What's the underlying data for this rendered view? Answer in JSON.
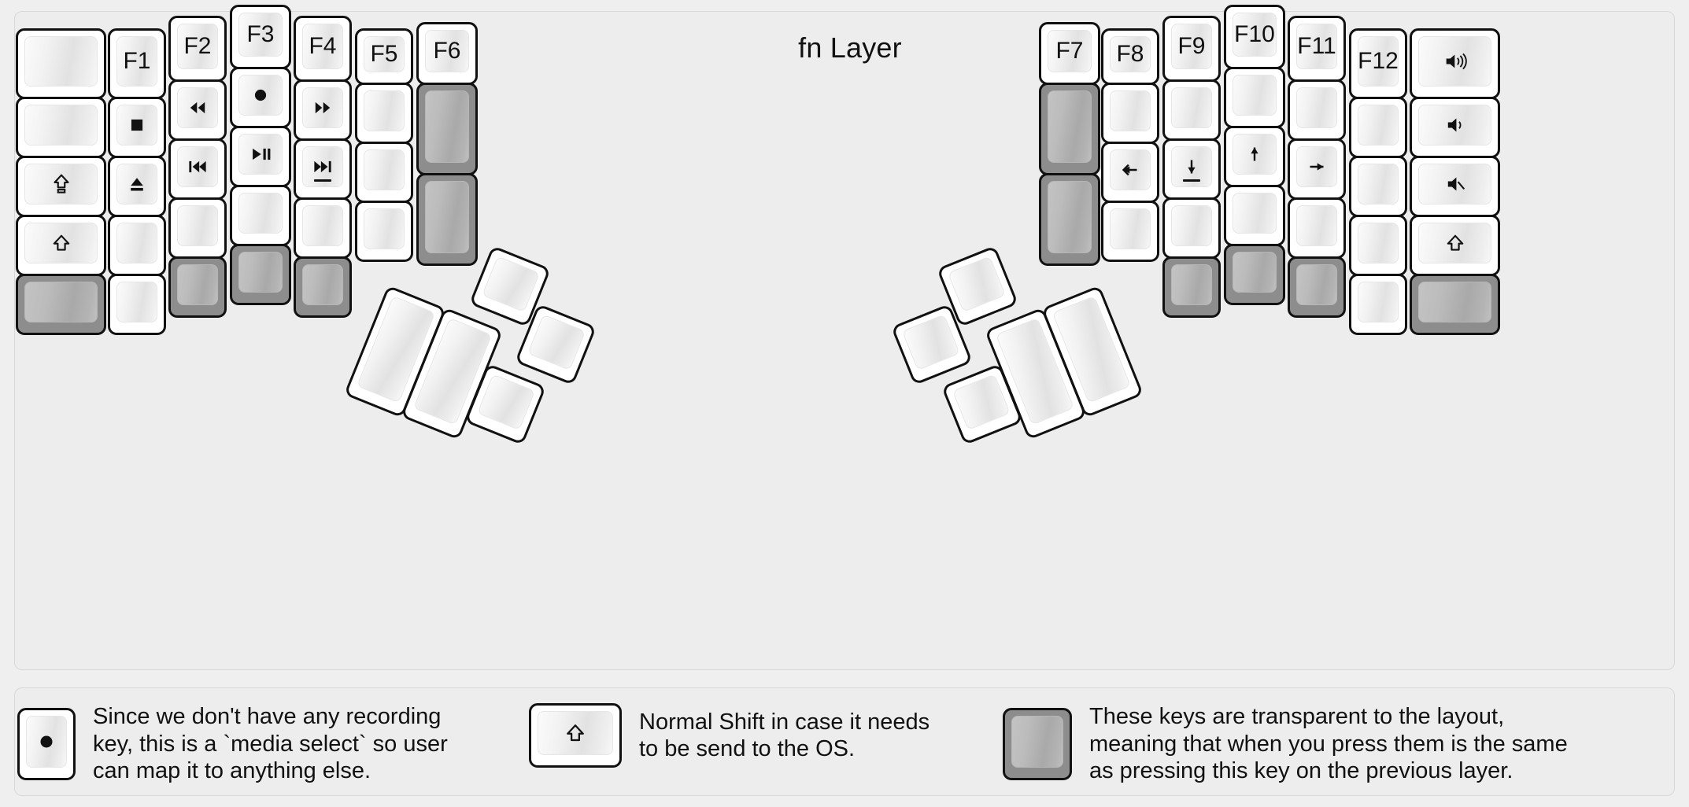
{
  "title": "fn Layer",
  "colors": {
    "background": "#efefef",
    "key_face": "#ffffff",
    "key_border": "#111111",
    "transparent_key": "#8d8d8d",
    "text": "#111111"
  },
  "keyboard": {
    "left_half": {
      "columns": [
        {
          "name": "pinky-outer",
          "keys": [
            {
              "label": "",
              "icon": "blank",
              "state": "normal"
            },
            {
              "label": "",
              "icon": "blank",
              "state": "normal"
            },
            {
              "label": "",
              "icon": "caps-lock-icon",
              "state": "normal"
            },
            {
              "label": "",
              "icon": "shift-icon",
              "state": "normal"
            },
            {
              "label": "",
              "icon": "blank",
              "state": "transparent"
            }
          ]
        },
        {
          "name": "pinky",
          "keys": [
            {
              "label": "F1",
              "icon": "none",
              "state": "normal"
            },
            {
              "label": "",
              "icon": "media-stop-icon",
              "state": "normal"
            },
            {
              "label": "",
              "icon": "media-eject-icon",
              "state": "normal"
            },
            {
              "label": "",
              "icon": "blank",
              "state": "normal"
            },
            {
              "label": "",
              "icon": "blank",
              "state": "normal"
            }
          ]
        },
        {
          "name": "ring",
          "keys": [
            {
              "label": "F2",
              "icon": "none",
              "state": "normal"
            },
            {
              "label": "",
              "icon": "media-rewind-icon",
              "state": "normal"
            },
            {
              "label": "",
              "icon": "media-previous-icon",
              "state": "normal"
            },
            {
              "label": "",
              "icon": "blank",
              "state": "normal"
            },
            {
              "label": "",
              "icon": "blank",
              "state": "transparent"
            }
          ]
        },
        {
          "name": "middle",
          "keys": [
            {
              "label": "F3",
              "icon": "none",
              "state": "normal"
            },
            {
              "label": "",
              "icon": "media-record-icon",
              "state": "normal"
            },
            {
              "label": "",
              "icon": "media-play-pause-icon",
              "state": "normal"
            },
            {
              "label": "",
              "icon": "blank",
              "state": "normal"
            },
            {
              "label": "",
              "icon": "blank",
              "state": "transparent"
            }
          ]
        },
        {
          "name": "index",
          "keys": [
            {
              "label": "F4",
              "icon": "none",
              "state": "normal"
            },
            {
              "label": "",
              "icon": "media-fast-forward-icon",
              "state": "normal"
            },
            {
              "label": "",
              "icon": "media-next-icon",
              "state": "normal"
            },
            {
              "label": "",
              "icon": "blank",
              "state": "normal"
            },
            {
              "label": "",
              "icon": "blank",
              "state": "transparent"
            }
          ]
        },
        {
          "name": "inner-1",
          "keys": [
            {
              "label": "F5",
              "icon": "none",
              "state": "normal"
            },
            {
              "label": "",
              "icon": "blank",
              "state": "normal"
            },
            {
              "label": "",
              "icon": "blank",
              "state": "normal"
            },
            {
              "label": "",
              "icon": "blank",
              "state": "normal"
            }
          ]
        },
        {
          "name": "inner-2",
          "keys": [
            {
              "label": "F6",
              "icon": "none",
              "state": "normal"
            },
            {
              "label": "",
              "icon": "blank",
              "state": "transparent"
            },
            {
              "label": "",
              "icon": "blank",
              "state": "transparent"
            }
          ]
        }
      ],
      "thumb_cluster": [
        {
          "label": "",
          "icon": "blank",
          "state": "normal"
        },
        {
          "label": "",
          "icon": "blank",
          "state": "normal"
        },
        {
          "label": "",
          "icon": "blank",
          "state": "normal"
        },
        {
          "label": "",
          "icon": "blank",
          "state": "normal"
        },
        {
          "label": "",
          "icon": "blank",
          "state": "normal"
        }
      ]
    },
    "right_half": {
      "columns": [
        {
          "name": "inner-2",
          "keys": [
            {
              "label": "F7",
              "icon": "none",
              "state": "normal"
            },
            {
              "label": "",
              "icon": "blank",
              "state": "transparent"
            },
            {
              "label": "",
              "icon": "blank",
              "state": "transparent"
            }
          ]
        },
        {
          "name": "inner-1",
          "keys": [
            {
              "label": "F8",
              "icon": "none",
              "state": "normal"
            },
            {
              "label": "",
              "icon": "blank",
              "state": "normal"
            },
            {
              "label": "",
              "icon": "arrow-left-icon",
              "state": "normal"
            },
            {
              "label": "",
              "icon": "blank",
              "state": "normal"
            }
          ]
        },
        {
          "name": "index",
          "keys": [
            {
              "label": "F9",
              "icon": "none",
              "state": "normal"
            },
            {
              "label": "",
              "icon": "blank",
              "state": "normal"
            },
            {
              "label": "",
              "icon": "arrow-down-icon",
              "state": "normal"
            },
            {
              "label": "",
              "icon": "blank",
              "state": "normal"
            },
            {
              "label": "",
              "icon": "blank",
              "state": "transparent"
            }
          ]
        },
        {
          "name": "middle",
          "keys": [
            {
              "label": "F10",
              "icon": "none",
              "state": "normal"
            },
            {
              "label": "",
              "icon": "blank",
              "state": "normal"
            },
            {
              "label": "",
              "icon": "arrow-up-icon",
              "state": "normal"
            },
            {
              "label": "",
              "icon": "blank",
              "state": "normal"
            },
            {
              "label": "",
              "icon": "blank",
              "state": "transparent"
            }
          ]
        },
        {
          "name": "ring",
          "keys": [
            {
              "label": "F11",
              "icon": "none",
              "state": "normal"
            },
            {
              "label": "",
              "icon": "blank",
              "state": "normal"
            },
            {
              "label": "",
              "icon": "arrow-right-icon",
              "state": "normal"
            },
            {
              "label": "",
              "icon": "blank",
              "state": "normal"
            },
            {
              "label": "",
              "icon": "blank",
              "state": "transparent"
            }
          ]
        },
        {
          "name": "pinky",
          "keys": [
            {
              "label": "F12",
              "icon": "none",
              "state": "normal"
            },
            {
              "label": "",
              "icon": "blank",
              "state": "normal"
            },
            {
              "label": "",
              "icon": "blank",
              "state": "normal"
            },
            {
              "label": "",
              "icon": "blank",
              "state": "normal"
            },
            {
              "label": "",
              "icon": "blank",
              "state": "normal"
            }
          ]
        },
        {
          "name": "pinky-outer",
          "keys": [
            {
              "label": "",
              "icon": "volume-up-icon",
              "state": "normal"
            },
            {
              "label": "",
              "icon": "volume-down-icon",
              "state": "normal"
            },
            {
              "label": "",
              "icon": "volume-mute-icon",
              "state": "normal"
            },
            {
              "label": "",
              "icon": "shift-icon",
              "state": "normal"
            },
            {
              "label": "",
              "icon": "blank",
              "state": "transparent"
            }
          ]
        }
      ],
      "thumb_cluster": [
        {
          "label": "",
          "icon": "blank",
          "state": "normal"
        },
        {
          "label": "",
          "icon": "blank",
          "state": "normal"
        },
        {
          "label": "",
          "icon": "blank",
          "state": "normal"
        },
        {
          "label": "",
          "icon": "blank",
          "state": "normal"
        },
        {
          "label": "",
          "icon": "blank",
          "state": "normal"
        }
      ]
    }
  },
  "legend": [
    {
      "icon": "media-record-icon",
      "state": "normal",
      "text": "Since we don't have any recording\nkey, this is a `media select` so user\ncan map it to anything else."
    },
    {
      "icon": "shift-icon",
      "state": "normal",
      "text": "Normal Shift in case it needs\nto be send to the OS."
    },
    {
      "icon": "blank",
      "state": "transparent",
      "text": "These keys are transparent to the layout,\nmeaning that when you press them is the same\nas pressing this key on the previous layer."
    }
  ]
}
